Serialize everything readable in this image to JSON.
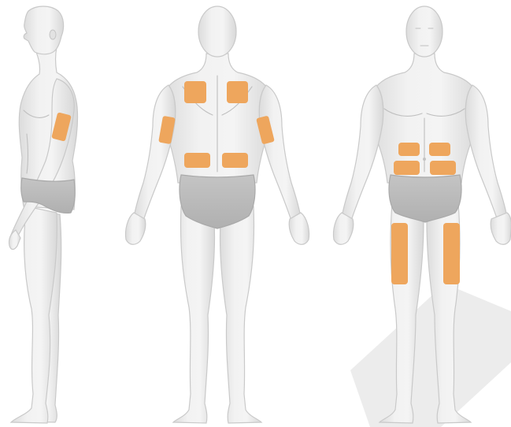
{
  "colors": {
    "background": "#ffffff",
    "skin_light": "#f4f4f4",
    "skin_shade": "#d6d6d6",
    "underwear": "#bdbdbd",
    "injection_zone": "#eea65d",
    "watermark": "#e6e6e6"
  },
  "figures": [
    {
      "view": "side",
      "zones": [
        "upper-arm"
      ]
    },
    {
      "view": "back",
      "zones": [
        "upper-back-left",
        "upper-back-right",
        "arm-left",
        "arm-right",
        "flank-left",
        "flank-right"
      ]
    },
    {
      "view": "front",
      "zones": [
        "abdomen-upper-left",
        "abdomen-upper-right",
        "abdomen-lower-left",
        "abdomen-lower-right",
        "thigh-left",
        "thigh-right"
      ]
    }
  ]
}
